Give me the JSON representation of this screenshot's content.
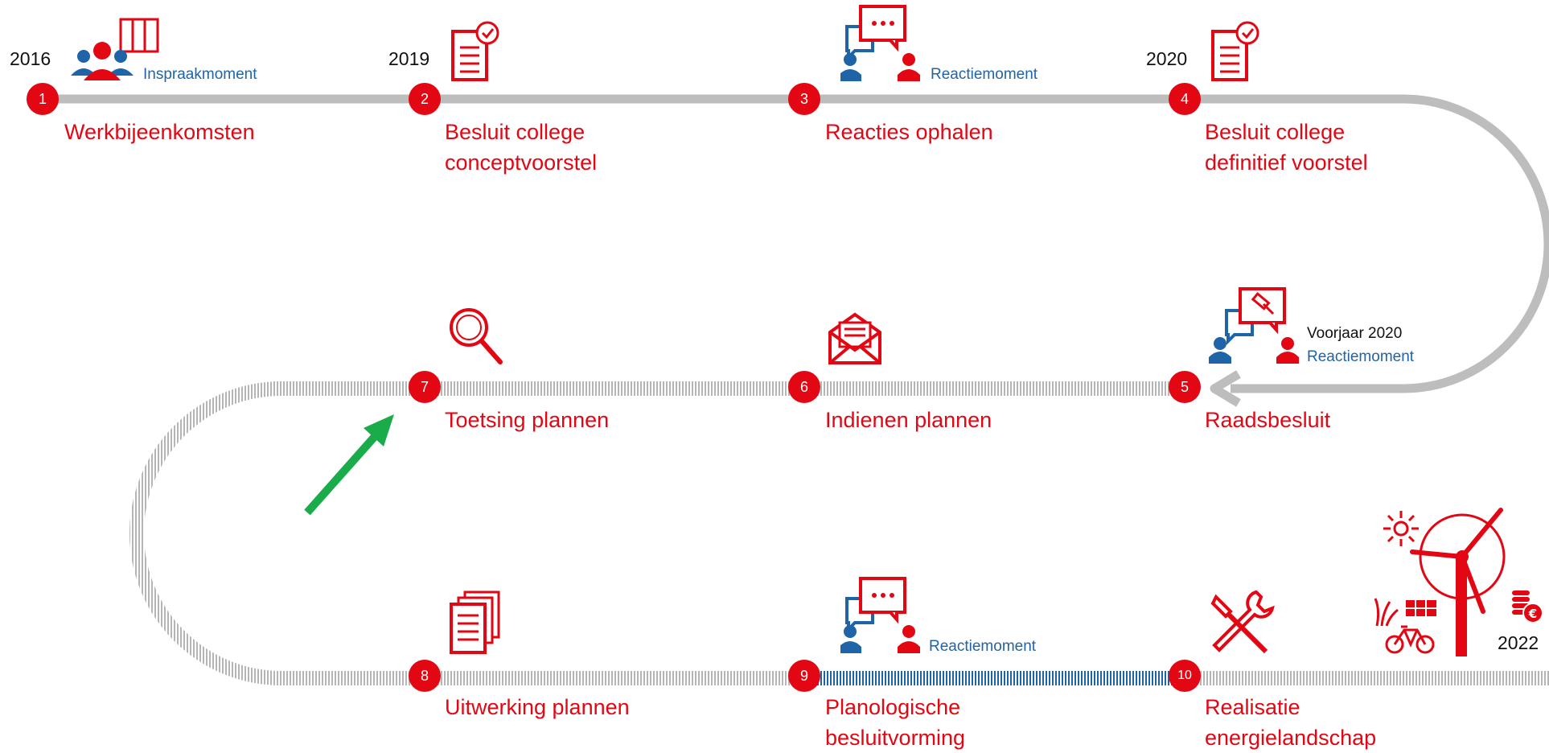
{
  "colors": {
    "red": "#e30613",
    "blue": "#1f64a6",
    "grey": "#bdbdbd",
    "green": "#1aab4b"
  },
  "steps": [
    {
      "number": "1",
      "title_lines": [
        "Werkbijeenkomsten"
      ]
    },
    {
      "number": "2",
      "title_lines": [
        "Besluit college",
        "conceptvoorstel"
      ]
    },
    {
      "number": "3",
      "title_lines": [
        "Reacties ophalen"
      ]
    },
    {
      "number": "4",
      "title_lines": [
        "Besluit college",
        "definitief voorstel"
      ]
    },
    {
      "number": "5",
      "title_lines": [
        "Raadsbesluit"
      ]
    },
    {
      "number": "6",
      "title_lines": [
        "Indienen plannen"
      ]
    },
    {
      "number": "7",
      "title_lines": [
        "Toetsing plannen"
      ]
    },
    {
      "number": "8",
      "title_lines": [
        "Uitwerking plannen"
      ]
    },
    {
      "number": "9",
      "title_lines": [
        "Planologische",
        "besluitvorming"
      ]
    },
    {
      "number": "10",
      "title_lines": [
        "Realisatie",
        "energielandschap"
      ]
    }
  ],
  "years": {
    "y2016": "2016",
    "y2019": "2019",
    "y2020": "2020",
    "y2022": "2022",
    "voorjaar": "Voorjaar 2020"
  },
  "moments": {
    "inspraak": "Inspraakmoment",
    "reactie": "Reactiemoment"
  },
  "icons": [
    "people-map-icon",
    "document-check-icon",
    "chat-people-icon",
    "chat-gavel-icon",
    "envelope-icon",
    "magnifier-icon",
    "documents-icon",
    "tools-icon",
    "sun-icon",
    "wind-turbine-icon",
    "solar-panel-icon",
    "bicycle-icon",
    "coins-euro-icon",
    "arrow-icon"
  ]
}
